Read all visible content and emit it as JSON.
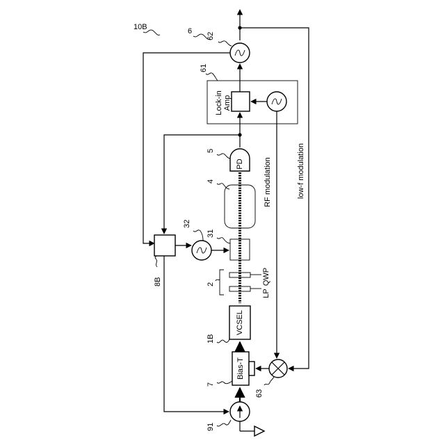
{
  "labels": {
    "device": "10B",
    "lockin_group": "6",
    "osc_62": "62",
    "lockin_ref": "61",
    "pd_ref": "5",
    "cell_ref": "4",
    "osc_32": "32",
    "mod_31": "31",
    "optics_ref": "2",
    "vcsel_ref": "1B",
    "biast_ref": "7",
    "mixer_ref": "63",
    "source_ref": "91",
    "ctrl_ref": "8B"
  },
  "blocks": {
    "lockin": "Lock-in\nAmp",
    "pd": "PD",
    "vcsel": "VCSEL",
    "biast": "Bias-T",
    "lp": "LP",
    "qwp": "QWP"
  },
  "signals": {
    "rf": "RF modulation",
    "lowf": "low-f modulation"
  }
}
